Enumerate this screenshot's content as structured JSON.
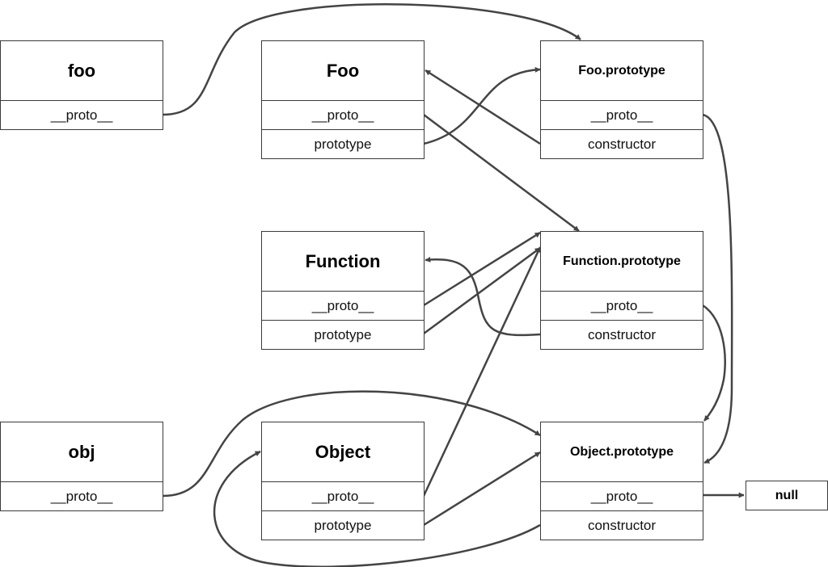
{
  "colors": {
    "stroke": "#3a3a3a",
    "arrow": "#444444"
  },
  "boxes": {
    "foo": {
      "title": "foo",
      "rows": [
        "__proto__"
      ]
    },
    "Foo": {
      "title": "Foo",
      "rows": [
        "__proto__",
        "prototype"
      ]
    },
    "FooPrototype": {
      "title": "Foo.prototype",
      "rows": [
        "__proto__",
        "constructor"
      ]
    },
    "Function": {
      "title": "Function",
      "rows": [
        "__proto__",
        "prototype"
      ]
    },
    "FunctionPrototype": {
      "title": "Function.prototype",
      "rows": [
        "__proto__",
        "constructor"
      ]
    },
    "obj": {
      "title": "obj",
      "rows": [
        "__proto__"
      ]
    },
    "Object": {
      "title": "Object",
      "rows": [
        "__proto__",
        "prototype"
      ]
    },
    "ObjectPrototype": {
      "title": "Object.prototype",
      "rows": [
        "__proto__",
        "constructor"
      ]
    },
    "null": {
      "title": "null"
    }
  },
  "links": [
    {
      "from": "foo.__proto__",
      "to": "Foo.prototype"
    },
    {
      "from": "Foo.prototype",
      "to": "Foo.prototype"
    },
    {
      "from": "Foo.__proto__",
      "to": "Function.prototype"
    },
    {
      "from": "Foo.prototype.constructor",
      "to": "Foo"
    },
    {
      "from": "Foo.prototype.__proto__",
      "to": "Object.prototype"
    },
    {
      "from": "Function.__proto__",
      "to": "Function.prototype"
    },
    {
      "from": "Function.prototype",
      "to": "Function.prototype"
    },
    {
      "from": "Function.prototype.constructor",
      "to": "Function"
    },
    {
      "from": "Function.prototype.__proto__",
      "to": "Object.prototype"
    },
    {
      "from": "obj.__proto__",
      "to": "Object.prototype"
    },
    {
      "from": "Object.__proto__",
      "to": "Function.prototype"
    },
    {
      "from": "Object.prototype",
      "to": "Object.prototype"
    },
    {
      "from": "Object.prototype.constructor",
      "to": "Object"
    },
    {
      "from": "Object.prototype.__proto__",
      "to": "null"
    }
  ]
}
